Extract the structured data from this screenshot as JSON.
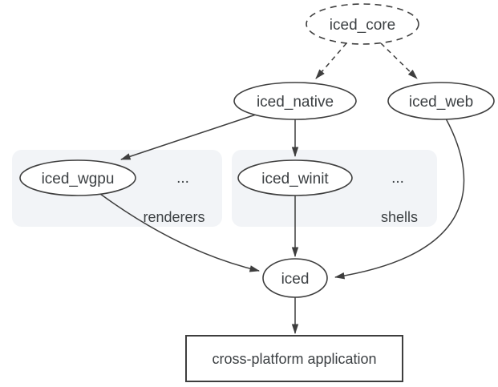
{
  "diagram": {
    "nodes": {
      "iced_core": "iced_core",
      "iced_native": "iced_native",
      "iced_web": "iced_web",
      "iced_wgpu": "iced_wgpu",
      "iced_winit": "iced_winit",
      "iced": "iced",
      "application": "cross-platform application"
    },
    "groups": {
      "renderers": {
        "label": "renderers",
        "ellipsis": "..."
      },
      "shells": {
        "label": "shells",
        "ellipsis": "..."
      }
    },
    "colors": {
      "edge_stroke": "#3e3e3e",
      "node_text": "#3c4043",
      "group_label": "#1a73e8",
      "group_fill": "#f2f4f7",
      "background": "#ffffff"
    }
  }
}
